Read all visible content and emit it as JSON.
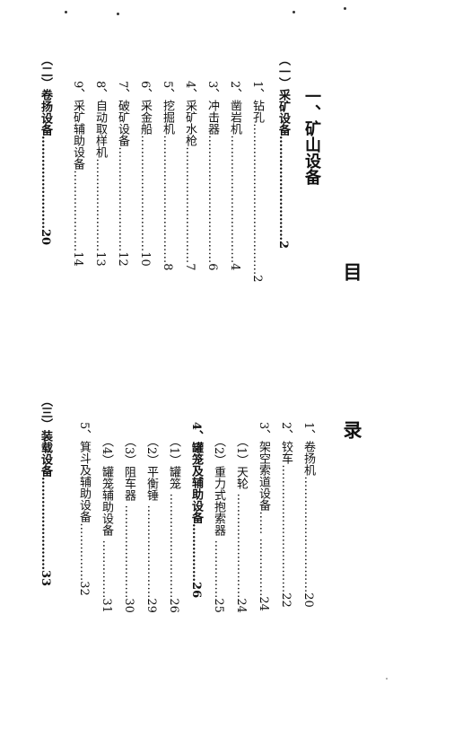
{
  "title_left": "目",
  "title_right": "录",
  "section": "一、矿山设备",
  "block1": [
    {
      "t": "（一）采矿设备………………………2",
      "b": true
    },
    {
      "t": "1、钻孔…………………………………2",
      "b": false
    },
    {
      "t": "2、凿岩机……………………………4",
      "b": false
    },
    {
      "t": "3、冲击器……………………………6",
      "b": false
    },
    {
      "t": "4、采矿水枪…………………………7",
      "b": false
    },
    {
      "t": "5、挖掘机……………………………8",
      "b": false
    },
    {
      "t": "6、采金船…………………………10",
      "b": false
    },
    {
      "t": "7、破矿设备………………………12",
      "b": false
    },
    {
      "t": "8、自动取样机……………………13",
      "b": false
    },
    {
      "t": "9、采矿辅助设备…………………14",
      "b": false
    },
    {
      "t": "（二）卷扬设备……………………20",
      "b": true
    }
  ],
  "block2": [
    {
      "t": "1、卷扬机…………………………20",
      "b": false
    },
    {
      "t": "2、铰车……………………………22",
      "b": false
    },
    {
      "t": "3、架空索道设备…… ……………24",
      "b": false
    },
    {
      "t": "（1）天轮 ………………………24",
      "b": false
    },
    {
      "t": "（2）重力式抱索器 ……………25",
      "b": false
    },
    {
      "t": "4、罐笼及辅助设备……………26",
      "b": true
    },
    {
      "t": "（1）罐笼 ………………………26",
      "b": false
    },
    {
      "t": "（2）平衡锤 ……………………29",
      "b": false
    },
    {
      "t": "（3）阻车器 ……………………30",
      "b": false
    },
    {
      "t": "（4）罐笼辅助设备 ……………31",
      "b": false
    },
    {
      "t": "5、箕斗及辅助设备……………32",
      "b": false
    },
    {
      "t": "（三）装载设备……………………33",
      "b": true
    }
  ]
}
